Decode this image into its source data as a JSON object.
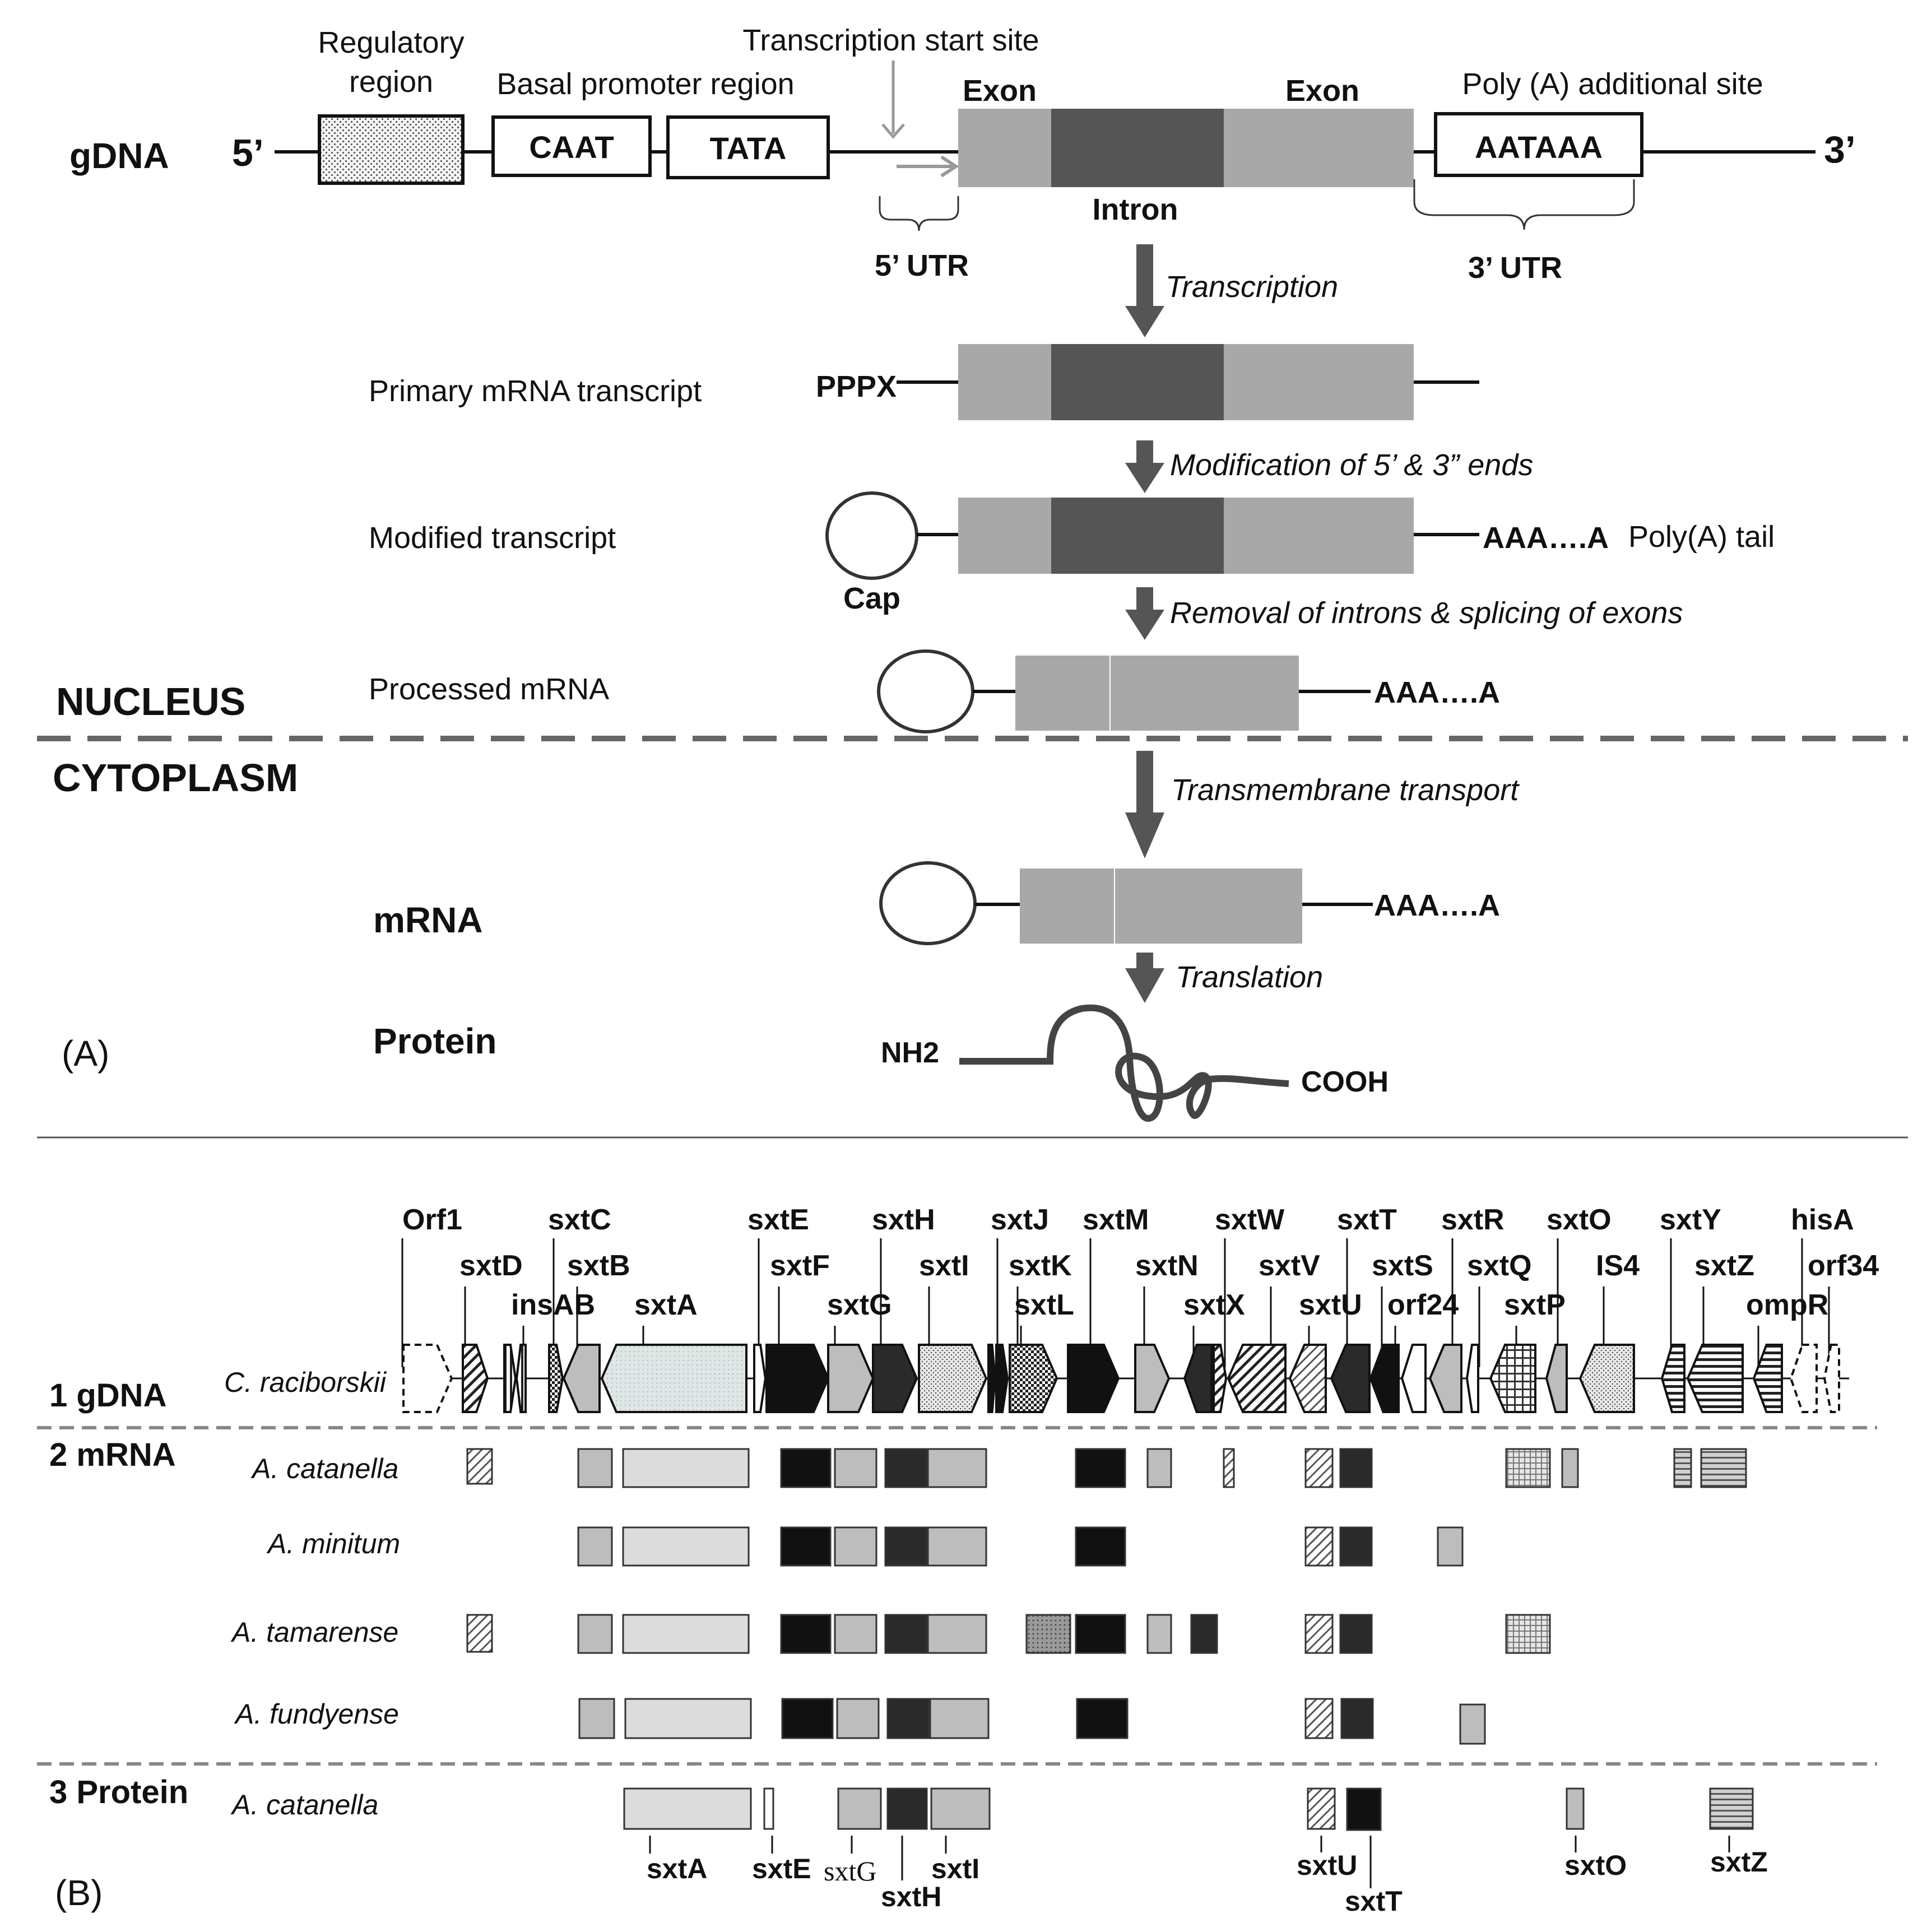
{
  "panel_a": {
    "gdna_label": "gDNA",
    "five_prime": "5’",
    "three_prime": "3’",
    "regulatory_region": [
      "Regulatory",
      "region"
    ],
    "basal_promoter": "Basal promoter region",
    "caat": "CAAT",
    "tata": "TATA",
    "tss": "Transcription start site",
    "exon1": "Exon",
    "exon2": "Exon",
    "intron": "Intron",
    "polya_site": "Poly (A) additional site",
    "aataaa": "AATAAA",
    "utr5": "5’ UTR",
    "utr3": "3’ UTR",
    "step_transcription": "Transcription",
    "primary_label": "Primary mRNA transcript",
    "pppx": "PPPX",
    "step_modification": "Modification of 5’ & 3” ends",
    "modified_label": "Modified transcript",
    "cap": "Cap",
    "aaa1": "AAA….A",
    "polya_tail": "Poly(A) tail",
    "step_removal": "Removal of introns & splicing of exons",
    "processed_label": "Processed mRNA",
    "aaa2": "AAA….A",
    "nucleus": "NUCLEUS",
    "cytoplasm": "CYTOPLASM",
    "step_transport": "Transmembrane transport",
    "mrna_label": "mRNA",
    "aaa3": "AAA….A",
    "step_translation": "Translation",
    "protein_label": "Protein",
    "nh2": "NH2",
    "cooh": "COOH",
    "panel_label": "(A)"
  },
  "panel_b": {
    "row_gdna": "1 gDNA",
    "row_mrna": "2 mRNA",
    "row_protein": "3 Protein",
    "organism_gdna": "C. raciborskii",
    "mrna_species": [
      "A. catanella",
      "A. minitum",
      "A. tamarense",
      "A. fundyense"
    ],
    "protein_species": "A. catanella",
    "panel_label": "(B)",
    "gene_labels": [
      "Orf1",
      "sxtD",
      "insAB",
      "sxtC",
      "sxtB",
      "sxtA",
      "sxtE",
      "sxtF",
      "sxtG",
      "sxtH",
      "sxtI",
      "sxtJ",
      "sxtK",
      "sxtL",
      "sxtM",
      "sxtN",
      "sxtX",
      "sxtW",
      "sxtV",
      "sxtU",
      "sxtT",
      "sxtS",
      "orf24",
      "sxtR",
      "sxtQ",
      "sxtP",
      "sxtO",
      "IS4",
      "sxtY",
      "sxtZ",
      "ompR",
      "hisA",
      "orf34"
    ],
    "protein_labels": [
      "sxtA",
      "sxtE",
      "sxtG",
      "sxtH",
      "sxtI",
      "sxtU",
      "sxtT",
      "sxtO",
      "sxtZ"
    ]
  },
  "colors": {
    "light_exon": "#a8a8a8",
    "intron": "#555555",
    "arrow": "#555555",
    "dashed": "#666666",
    "black_gene": "#111111",
    "dark_gene": "#2a2a2a",
    "gray_gene": "#bdbdbd",
    "pale_gene": "#dcdcdc"
  }
}
